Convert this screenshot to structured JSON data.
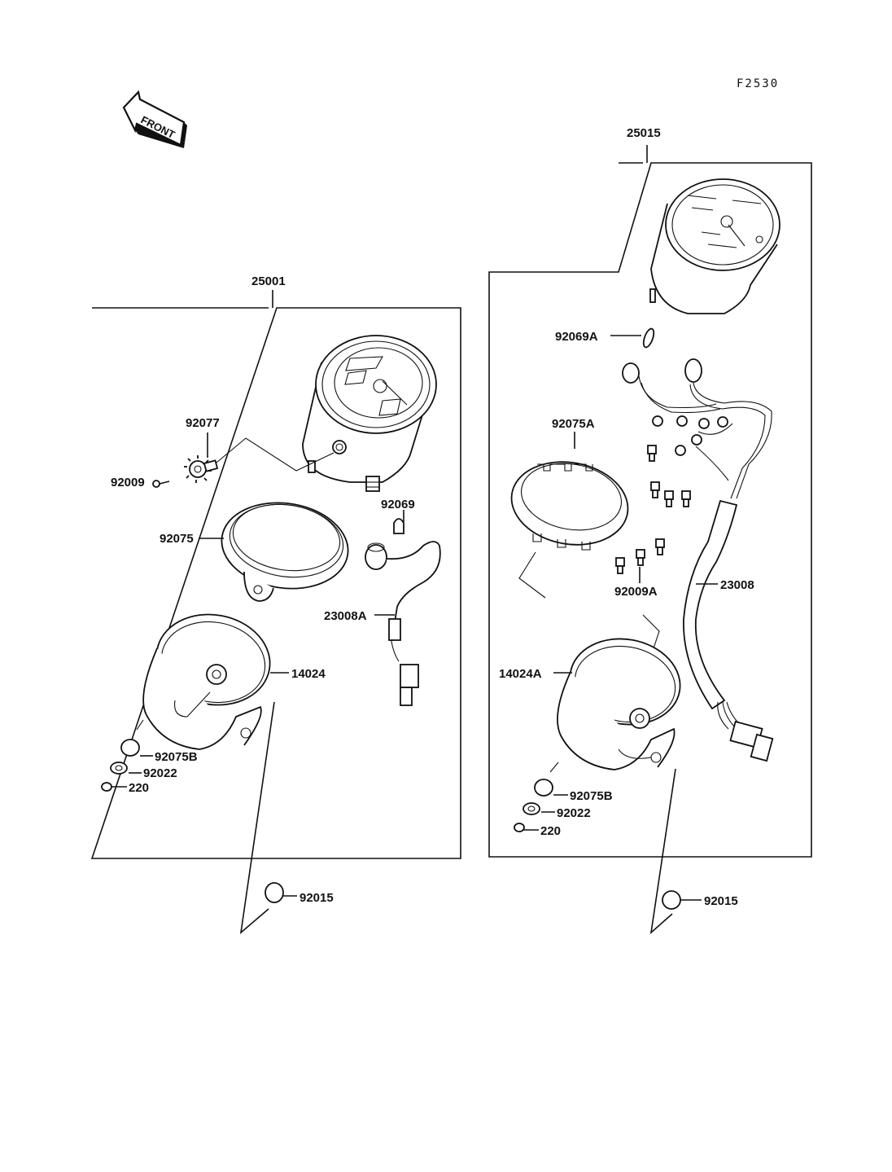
{
  "figure_code": "F2530",
  "front_label": "FRONT",
  "left_assembly": {
    "assembly": "25001",
    "parts": {
      "p92077": "92077",
      "p92009": "92009",
      "p92069": "92069",
      "p92075": "92075",
      "p23008A": "23008A",
      "p14024": "14024",
      "p92075B": "92075B",
      "p92022": "92022",
      "p220": "220",
      "p92015": "92015"
    }
  },
  "right_assembly": {
    "assembly": "25015",
    "parts": {
      "p92069A": "92069A",
      "p92075A": "92075A",
      "p23008": "23008",
      "p92009A": "92009A",
      "p14024A": "14024A",
      "p92075B": "92075B",
      "p92022": "92022",
      "p220": "220",
      "p92015": "92015"
    }
  }
}
